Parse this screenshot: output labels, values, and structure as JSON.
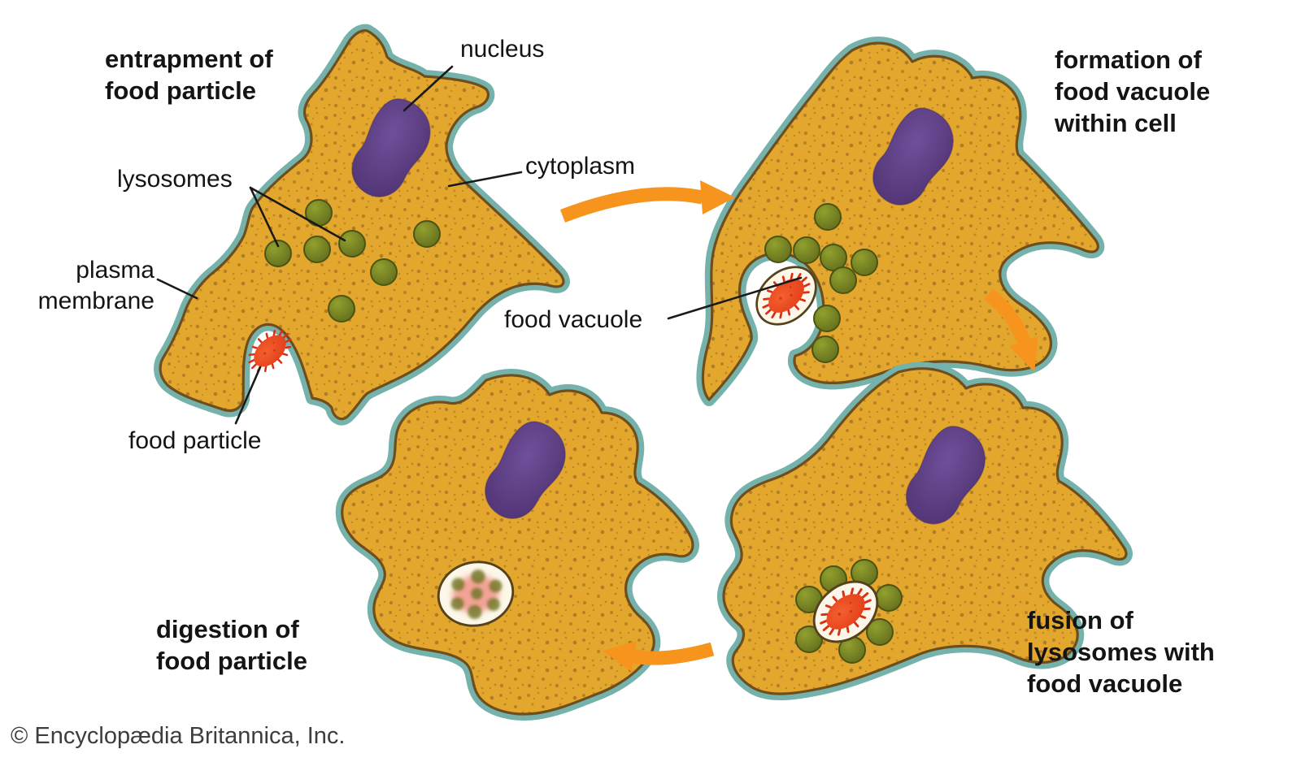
{
  "stages": {
    "entrapment": "entrapment of\nfood particle",
    "formation": "formation of\nfood vacuole\nwithin cell",
    "fusion": "fusion of\nlysosomes with\nfood vacuole",
    "digestion": "digestion of\nfood particle"
  },
  "part_labels": {
    "nucleus": "nucleus",
    "cytoplasm": "cytoplasm",
    "lysosomes": "lysosomes",
    "plasma_membrane": "plasma\nmembrane",
    "food_particle": "food particle",
    "food_vacuole": "food vacuole"
  },
  "credit": "© Encyclopædia Britannica, Inc.",
  "icons": {
    "arrow_step1": "orange-curved-arrow-right",
    "arrow_step2": "orange-curved-arrow-down-right",
    "arrow_step3": "orange-curved-arrow-left"
  },
  "colors": {
    "cytoplasm": "#e3a72e",
    "speckle_brown": "#8a5a1f",
    "membrane_teal": "#74b2ab",
    "membrane_line": "#6f4e1e",
    "nucleus_purple": "#5d3f82",
    "lysosome_olive": "#6d7520",
    "food_particle_red": "#e23517",
    "vacuole_cream": "#fcf7e8",
    "digested_pink": "#f2998e",
    "arrow_orange": "#f7941d",
    "label_text": "#141414"
  }
}
